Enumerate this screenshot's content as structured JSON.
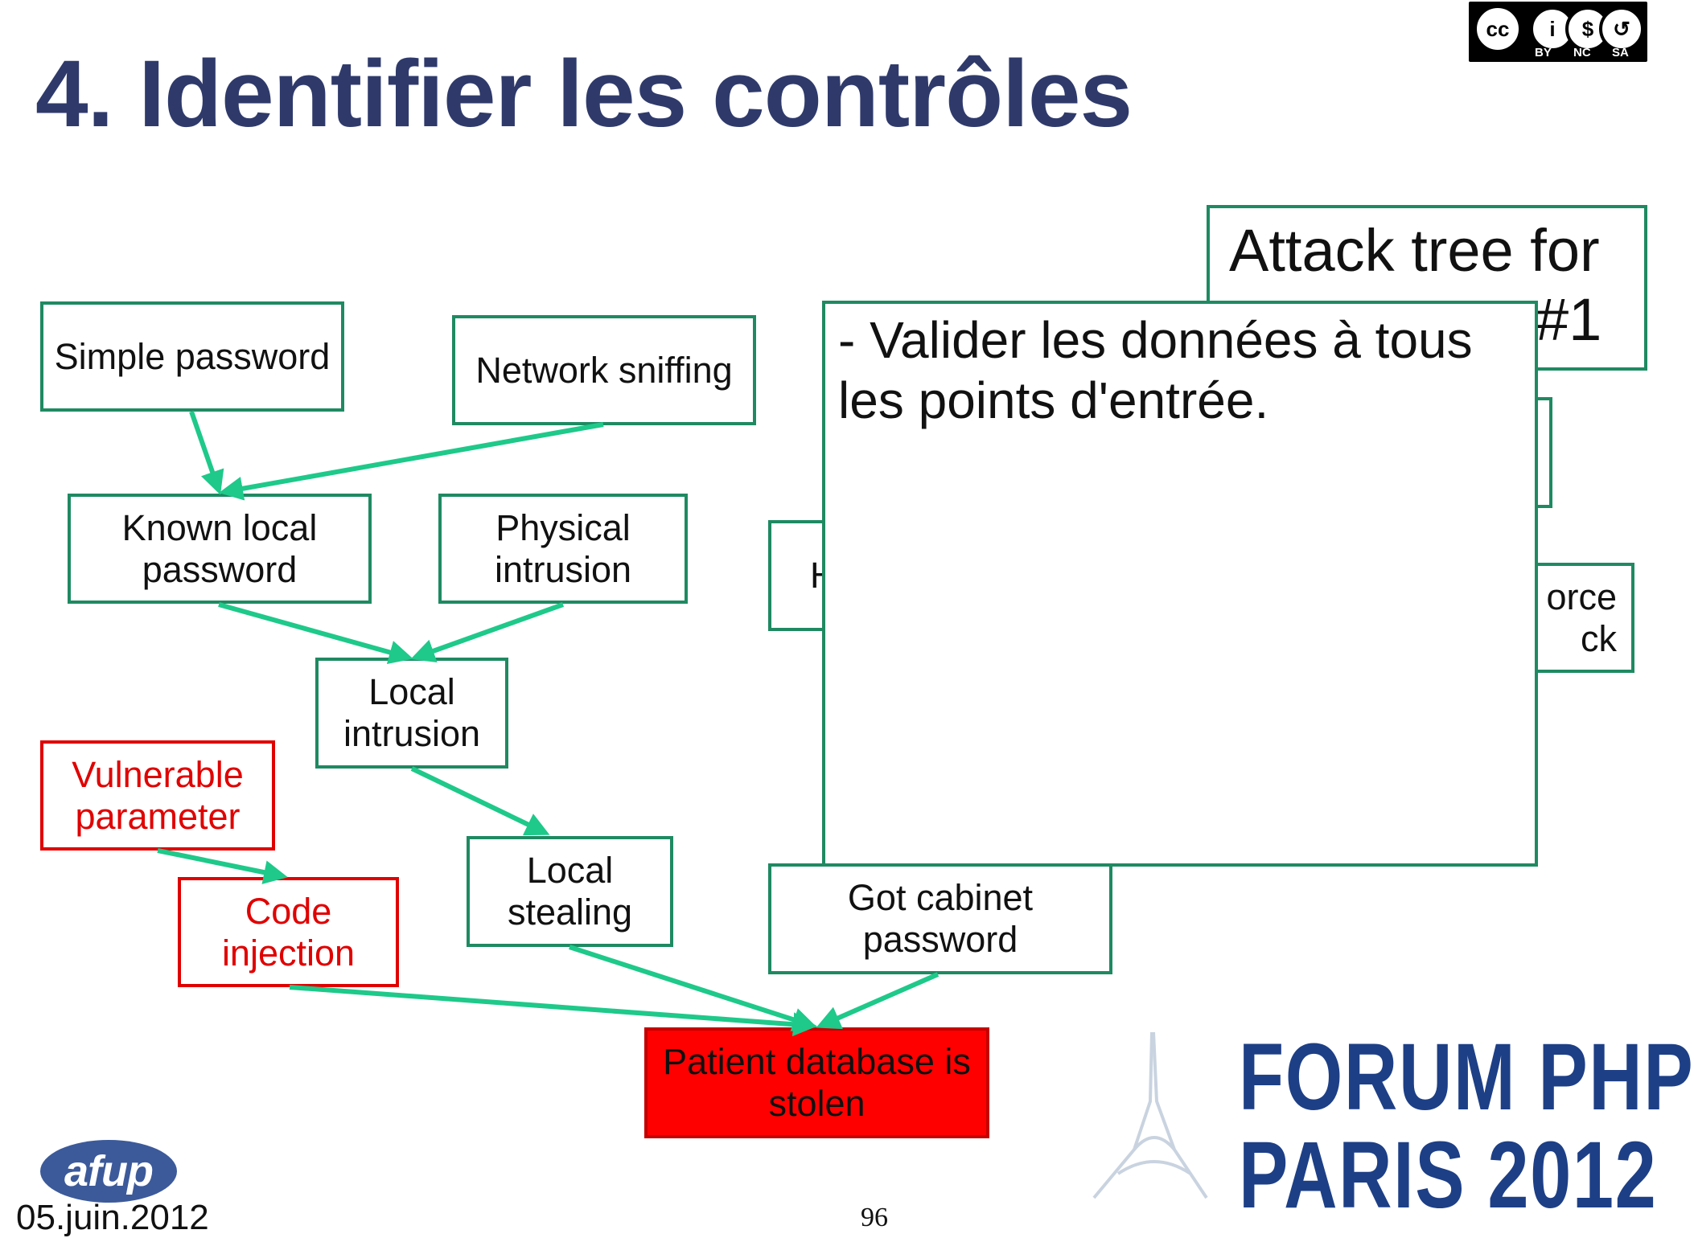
{
  "slide": {
    "title": "4. Identifier les contrôles",
    "page_number": "96",
    "date": "05.juin.2012"
  },
  "license_badge": {
    "symbols": [
      "cc",
      "i",
      "$",
      "↺"
    ],
    "labels": [
      "BY",
      "NC",
      "SA"
    ]
  },
  "diagram": {
    "nodes": {
      "simple_password": "Simple password",
      "network_sniffing": "Network sniffing",
      "known_local_password": "Known local password",
      "physical_intrusion": "Physical intrusion",
      "local_intrusion": "Local intrusion",
      "vulnerable_parameter": "Vulnerable parameter",
      "code_injection": "Code injection",
      "local_stealing": "Local stealing",
      "got_cabinet_password": "Got cabinet password",
      "patient_database_stolen": "Patient database is stolen",
      "partial_left_box": "H",
      "partial_right_box": "orce ck"
    },
    "attack_tree_label": "Attack tree for",
    "attack_tree_suffix": "#1",
    "colors": {
      "edge": "#1ec98a",
      "node_border": "#1f8a62",
      "risk_red": "#e00000",
      "goal_fill": "#ff0000",
      "title": "#2f3a6b"
    }
  },
  "popup": {
    "text": "- Valider les données à tous les points d'entrée."
  },
  "logos": {
    "afup": "afup",
    "forum_line1": "FORUM PHP",
    "forum_line2": "PARIS 2012"
  }
}
